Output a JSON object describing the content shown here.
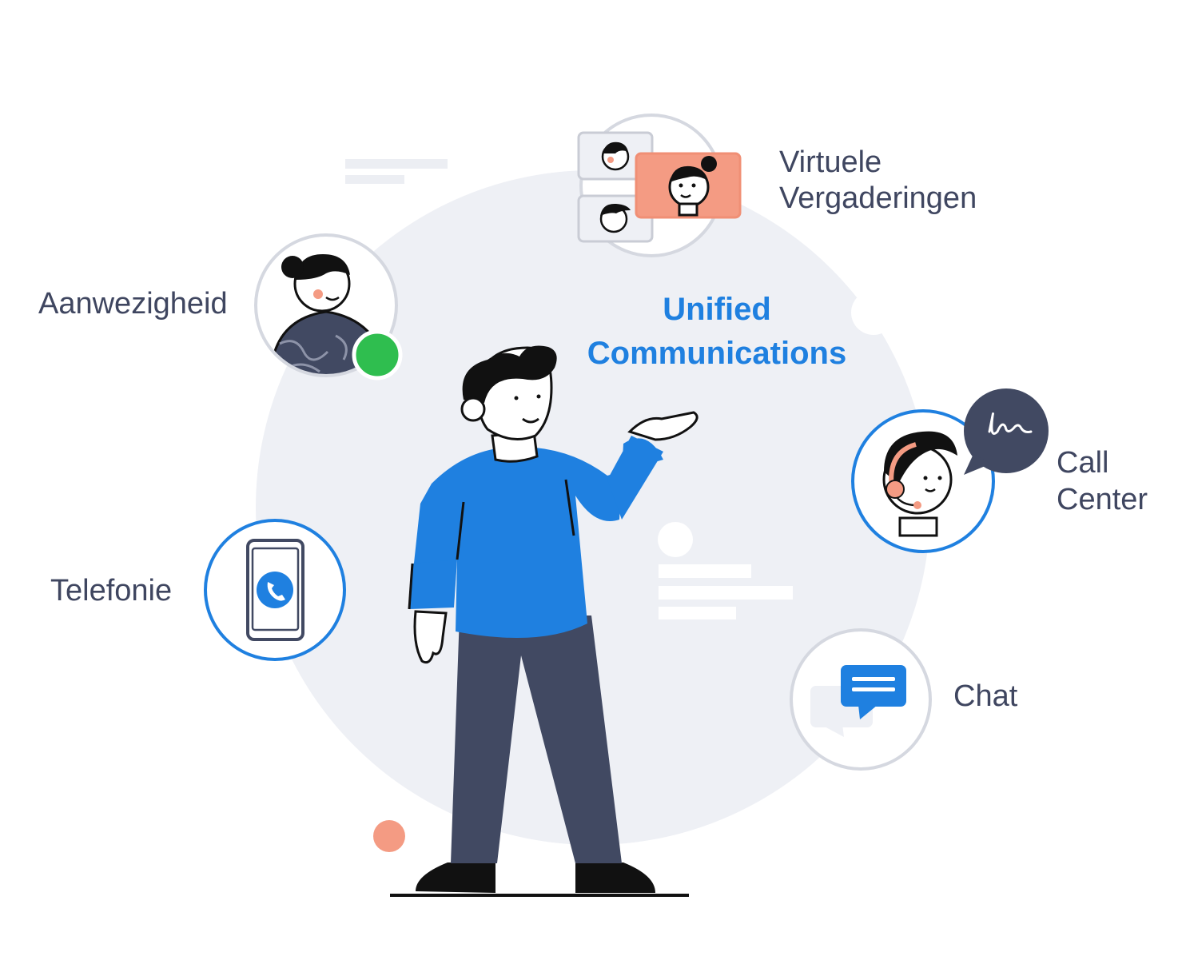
{
  "center": {
    "line1": "Unified",
    "line2": "Communications"
  },
  "features": {
    "presence": "Aanwezigheid",
    "meetings_line1": "Virtuele",
    "meetings_line2": "Vergaderingen",
    "callcenter_line1": "Call",
    "callcenter_line2": "Center",
    "telephony": "Telefonie",
    "chat": "Chat"
  },
  "colors": {
    "accent_blue": "#1f80e0",
    "dark_navy": "#414962",
    "background_disc": "#eef0f5",
    "salmon": "#f49b83",
    "presence_green": "#2fbe4f",
    "ring_grey": "#d5d8e0"
  },
  "icons": {
    "presence": "person-avatar-icon",
    "meetings": "video-call-icon",
    "callcenter": "headset-agent-icon",
    "telephony": "phone-icon",
    "chat": "chat-bubble-icon"
  }
}
